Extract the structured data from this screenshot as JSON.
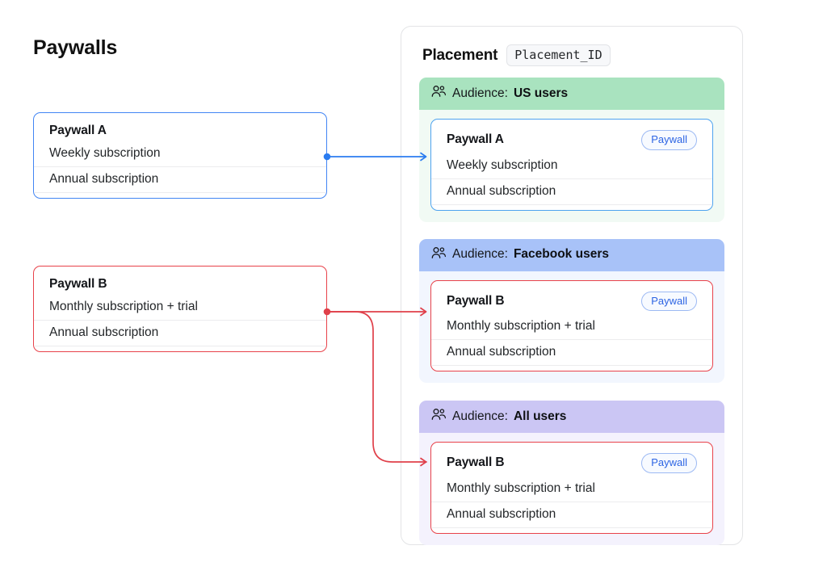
{
  "page": {
    "title": "Paywalls"
  },
  "left_paywalls": [
    {
      "name": "Paywall A",
      "accent": "#4285f4",
      "rows": [
        "Weekly subscription",
        "Annual subscription"
      ]
    },
    {
      "name": "Paywall B",
      "accent": "#e8424a",
      "rows": [
        "Monthly subscription + trial",
        "Annual subscription"
      ]
    }
  ],
  "placement": {
    "label": "Placement",
    "id_badge": "Placement_ID",
    "audience_prefix": "Audience:",
    "audience_icon": "users-group-icon",
    "groups": [
      {
        "audience": "US users",
        "header_color": "#a9e3bf",
        "body_color": "#f1faf4",
        "card": {
          "name": "Paywall A",
          "badge": "Paywall",
          "border_color": "#4ea3ef",
          "rows": [
            "Weekly subscription",
            "Annual subscription"
          ]
        }
      },
      {
        "audience": "Facebook users",
        "header_color": "#a8c2f8",
        "body_color": "#f2f6fe",
        "card": {
          "name": "Paywall B",
          "badge": "Paywall",
          "border_color": "#e8424a",
          "rows": [
            "Monthly subscription + trial",
            "Annual subscription"
          ]
        }
      },
      {
        "audience": "All users",
        "header_color": "#cbc6f4",
        "body_color": "#f4f2fd",
        "card": {
          "name": "Paywall B",
          "badge": "Paywall",
          "border_color": "#e8424a",
          "rows": [
            "Monthly subscription + trial",
            "Annual subscription"
          ]
        }
      }
    ]
  },
  "connectors": [
    {
      "from": "Paywall A",
      "to": "US users",
      "color": "#2b7cf0"
    },
    {
      "from": "Paywall B",
      "to": "Facebook users",
      "color": "#e0404a"
    },
    {
      "from": "Paywall B",
      "to": "All users",
      "color": "#e0404a"
    }
  ]
}
